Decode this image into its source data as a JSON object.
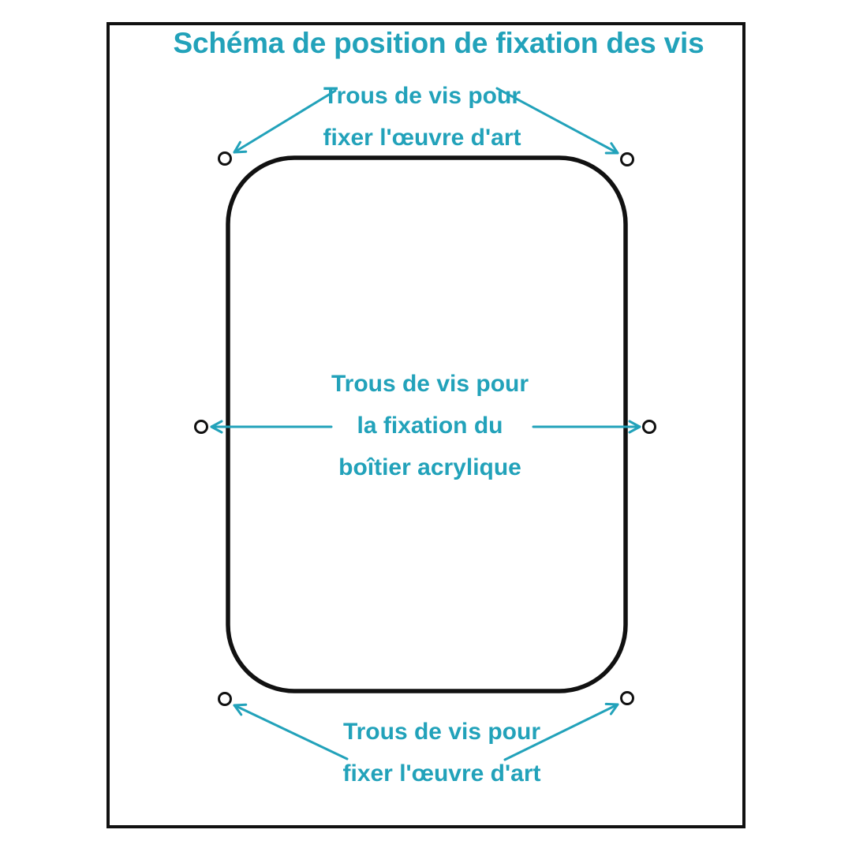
{
  "title": "Schéma de position de fixation des vis",
  "colors": {
    "accent": "#22A2BA",
    "outline": "#111111",
    "canvas": "#FFFFFF"
  },
  "labels": {
    "top": {
      "line1": "Trous de vis pour",
      "line2": "fixer l'œuvre d'art"
    },
    "middle": {
      "line1": "Trous de vis pour",
      "line2": "la fixation du",
      "line3": "boîtier acrylique"
    },
    "bottom": {
      "line1": "Trous de vis pour",
      "line2": "fixer l'œuvre d'art"
    }
  },
  "screw_holes": {
    "artwork_fixing": [
      "top-left",
      "top-right",
      "bottom-left",
      "bottom-right"
    ],
    "acrylic_case_fixing": [
      "middle-left",
      "middle-right"
    ]
  }
}
